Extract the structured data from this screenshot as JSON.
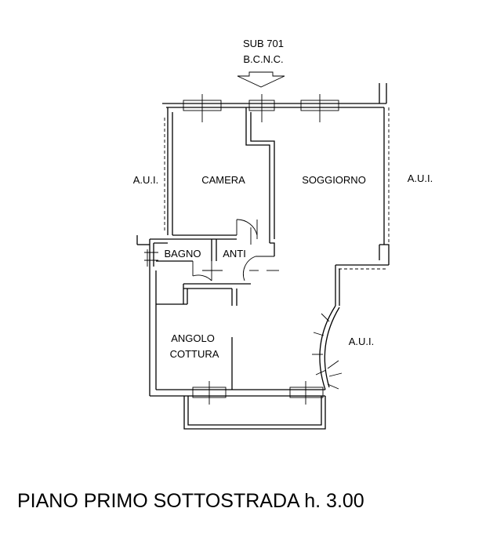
{
  "labels": {
    "sub": "SUB 701",
    "bcnc": "B.C.N.C.",
    "aui_left": "A.U.I.",
    "aui_right": "A.U.I.",
    "aui_lower": "A.U.I.",
    "camera": "CAMERA",
    "soggiorno": "SOGGIORNO",
    "bagno": "BAGNO",
    "anti": "ANTI",
    "angolo": "ANGOLO",
    "cottura": "COTTURA"
  },
  "title": "PIANO PRIMO SOTTOSTRADA h. 3.00"
}
